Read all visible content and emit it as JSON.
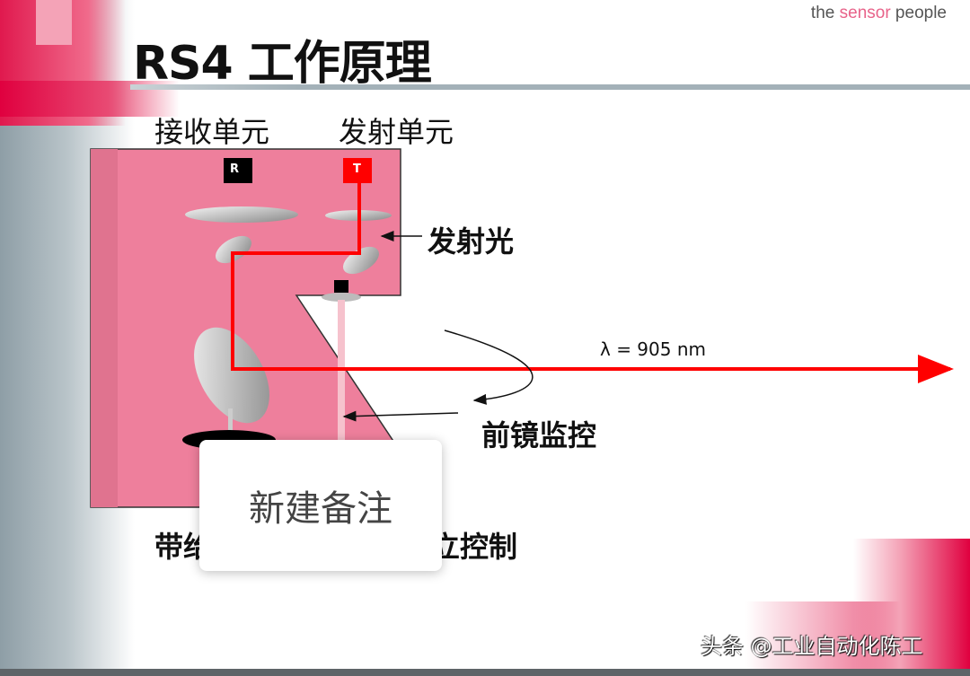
{
  "slide": {
    "title": "RS4 工作原理",
    "brand": {
      "part1": "the ",
      "part2": "sensor",
      "part3": " people"
    },
    "labels": {
      "receiver_unit": "接收单元",
      "transmitter_unit": "发射单元",
      "emitted_light": "发射光",
      "front_lens_monitor": "前镜监控",
      "bottom_left_partial": "带绐",
      "bottom_right_partial": "立控制",
      "wavelength": "λ = 905 nm",
      "r_box": "R",
      "t_box": "T"
    },
    "colors": {
      "pink": "#ee7f9c",
      "beam": "#ff0000",
      "accent": "#e0003f"
    }
  },
  "popup": {
    "label": "新建备注"
  },
  "watermark": "头条 @工业自动化陈工"
}
